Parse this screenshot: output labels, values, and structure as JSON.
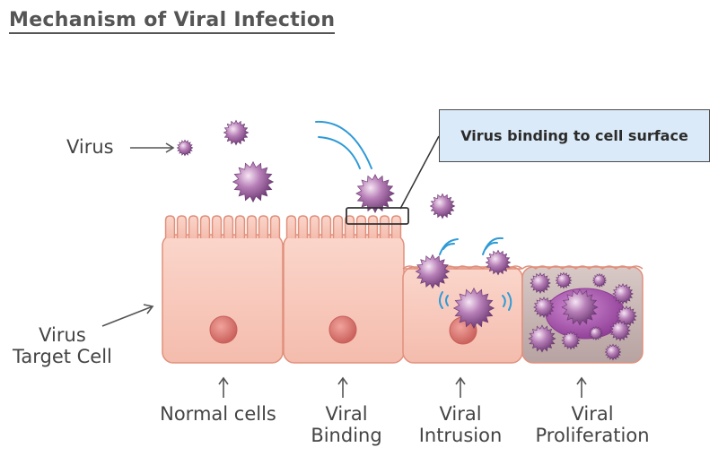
{
  "title": "Mechanism of Viral Infection",
  "labels": {
    "virus": "Virus",
    "target_cell": [
      "Virus",
      "Target Cell"
    ]
  },
  "callout": "Virus binding to cell surface",
  "stages": [
    {
      "lines": [
        "Normal cells"
      ]
    },
    {
      "lines": [
        "Viral",
        "Binding"
      ]
    },
    {
      "lines": [
        "Viral",
        "Intrusion"
      ]
    },
    {
      "lines": [
        "Viral",
        "Proliferation"
      ]
    }
  ],
  "colors": {
    "cell_fill": "#f7c8bb",
    "cell_stroke": "#e0907c",
    "nucleus": "#d9716b",
    "virus": "#9a5a9c",
    "infected_fill": "#cab8b8",
    "callout_fill": "#dbeaf8",
    "motion_lines": "#2f9ad6"
  }
}
